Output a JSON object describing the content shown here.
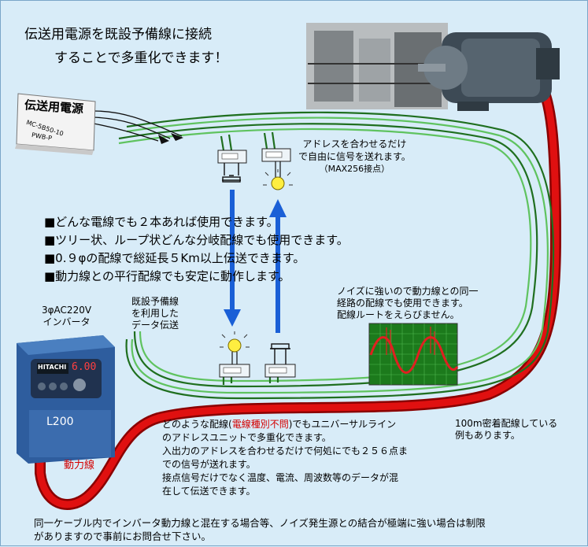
{
  "title": {
    "line1": "伝送用電源を既設予備線に接続",
    "line2": "することで多重化できます！"
  },
  "power_supply": {
    "label": "伝送用電源",
    "sublabel1": "MC-5B50-10",
    "sublabel2": "PWB-P"
  },
  "address_note": {
    "line1": "アドレスを合わせるだけ",
    "line2": "で自由に信号を送れます。",
    "line3": "（MAX256接点）"
  },
  "bullets": [
    "■どんな電線でも２本あれば使用できます。",
    "■ツリー状、ループ状どんな分岐配線でも使用できます。",
    "■0.９φの配線で総延長５Km以上伝送できます。",
    "■動力線との平行配線でも安定に動作します。"
  ],
  "inverter": {
    "line1": "3φAC220V",
    "line2": "インバータ",
    "brand": "HITACHI",
    "display": "6.00",
    "model": "L200"
  },
  "reserve_line": {
    "line1": "既設予備線",
    "line2": "を利用した",
    "line3": "データ伝送"
  },
  "noise_note": {
    "line1": "ノイズに強いので動力線との同一",
    "line2": "経路の配線でも使用できます。",
    "line3": "配線ルートをえらびません。"
  },
  "description": {
    "line1_pre": "どのような配線(",
    "line1_red": "電線種別不問",
    "line1_post": ")でもユニバーサルライン",
    "line2": "のアドレスユニットで多重化できます。",
    "line3": "入出力のアドレスを合わせるだけで何処にでも２５６点ま",
    "line4": "での信号が送れます。",
    "line5": "接点信号だけでなく温度、電流、周波数等のデータが混",
    "line6": "在して伝送できます。"
  },
  "note_100m": {
    "line1": "100m密着配線している",
    "line2": "例もあります。"
  },
  "power_line_label": "動力線",
  "footer": {
    "line1": "同一ケーブル内でインバータ動力線と混在する場合等、ノイズ発生源との結合が極端に強い場合は制限",
    "line2": "がありますので事前にお問合せ下さい。"
  },
  "colors": {
    "background": "#d8ecf8",
    "power_cable": "#d40000",
    "signal_wire": "#2e8b2e",
    "arrow": "#1a5fd6",
    "accent_text": "#d40000"
  }
}
